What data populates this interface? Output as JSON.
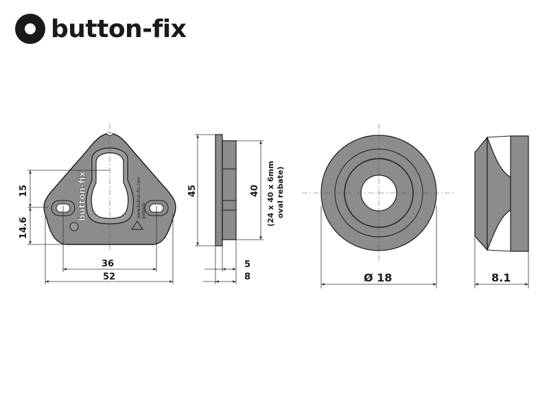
{
  "brand": {
    "name": "button-fix",
    "logo_icon": "button-circle-icon",
    "color": "#1a1a1a"
  },
  "front_view": {
    "embossed_brand": "button-fix",
    "url_text": "www.button-fix.com",
    "patents_text": "patents",
    "dims": {
      "height_top": "15",
      "height_bottom": "14.6",
      "hole_spacing": "36",
      "overall_width": "52"
    }
  },
  "side_view": {
    "dims": {
      "overall_height": "45",
      "rebate_height": "40",
      "rebate_depth": "5",
      "overall_depth": "8"
    },
    "rebate_note_line1": "(24 x 40 x 6mm",
    "rebate_note_line2": "oval rebate)"
  },
  "button_front": {
    "dims": {
      "diameter": "Ø 18"
    }
  },
  "button_side": {
    "dims": {
      "thickness": "8.1"
    }
  },
  "colors": {
    "part_fill": "#8c8c8c",
    "line": "#1a1a1a",
    "dim_line": "#333333"
  }
}
